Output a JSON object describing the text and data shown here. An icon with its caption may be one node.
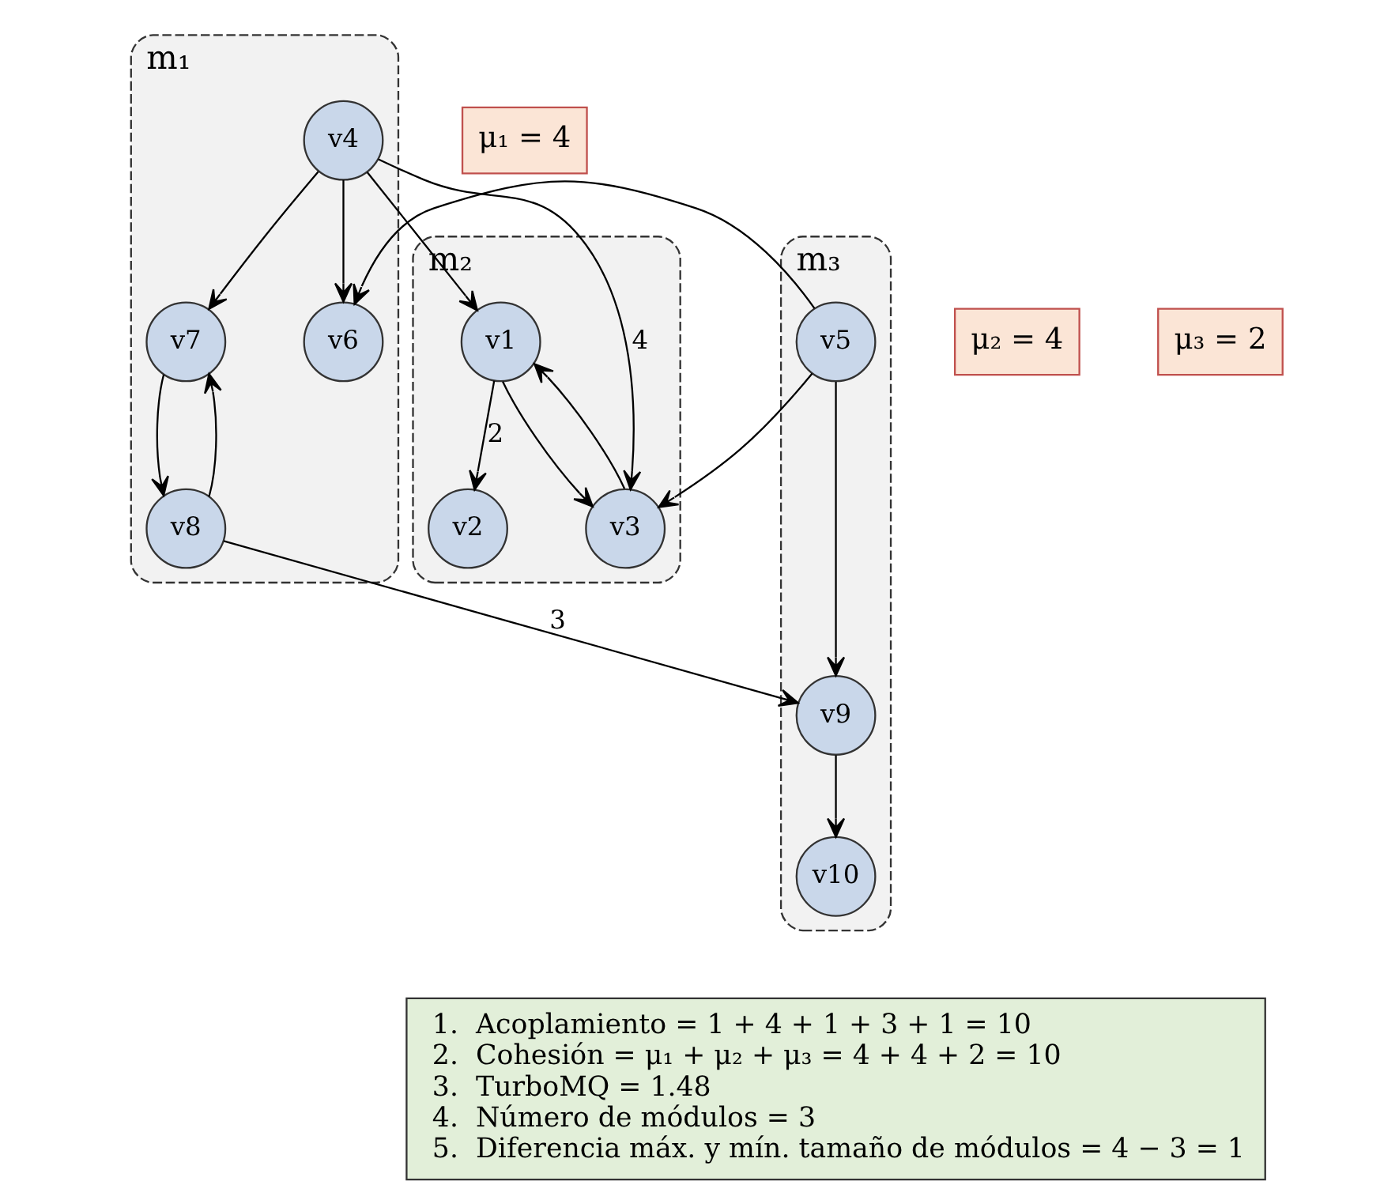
{
  "diagram": {
    "nodes": [
      {
        "text": [
          "m₂"
        ]
      },
      {
        "text": [
          "v1"
        ],
        "in": 0
      },
      {
        "text": [
          "μ₂ = 4"
        ]
      },
      {
        "text": [
          "μ₁ = 4"
        ]
      },
      {
        "text": [
          "m₁"
        ]
      },
      {
        "text": [
          "v3"
        ],
        "in": 0
      },
      {
        "text": [
          "v2"
        ],
        "in": 0
      },
      {
        "text": [
          "v4"
        ],
        "in": 4
      },
      {
        "text": [
          "m₃"
        ]
      },
      {
        "text": [
          "μ₃ = 2"
        ]
      },
      {
        "text": [
          "v7"
        ],
        "in": 4
      },
      {
        "text": [
          "v6"
        ],
        "in": 4
      },
      {
        "text": [
          "v5"
        ],
        "in": 8
      },
      {
        "text": [
          "v8"
        ],
        "in": 4
      },
      {
        "text": [
          "v9"
        ],
        "in": 8
      },
      {
        "text": [
          "v10"
        ],
        "in": 8
      },
      {
        "text": [
          "1.  Acoplamiento = 1 + 4 + 1 + 3 + 1 = 10",
          "2.  Cohesión = μ₁ + μ₂ + μ₃ = 4 + 4 + 2 = 10",
          "3.  TurboMQ = 1.48",
          "4.  Número de módulos = 3",
          "5.  Diferencia máx. y mín. tamaño de módulos = 4 − 3 = 1"
        ]
      }
    ],
    "edges": [
      {
        "from": 7,
        "to": 1,
        "arrow": "to"
      },
      {
        "from": 1,
        "to": 5,
        "arrow": "to"
      },
      {
        "from": 5,
        "to": 1,
        "arrow": "to"
      },
      {
        "from": 1,
        "to": 6,
        "arrow": "to",
        "label": "2"
      },
      {
        "from": 7,
        "to": 5,
        "arrow": "to",
        "label": "4"
      },
      {
        "from": 7,
        "to": 10,
        "arrow": "to"
      },
      {
        "from": 7,
        "to": 11,
        "arrow": "to"
      },
      {
        "from": 12,
        "to": 5,
        "arrow": "to"
      },
      {
        "from": 12,
        "to": 11,
        "arrow": "to"
      },
      {
        "from": 12,
        "to": 14,
        "arrow": "to"
      },
      {
        "from": 10,
        "to": 13,
        "arrow": "to"
      },
      {
        "from": 13,
        "to": 10,
        "arrow": "to"
      },
      {
        "from": 13,
        "to": 14,
        "arrow": "to",
        "label": "3"
      },
      {
        "from": 14,
        "to": 15,
        "arrow": "to"
      }
    ]
  }
}
